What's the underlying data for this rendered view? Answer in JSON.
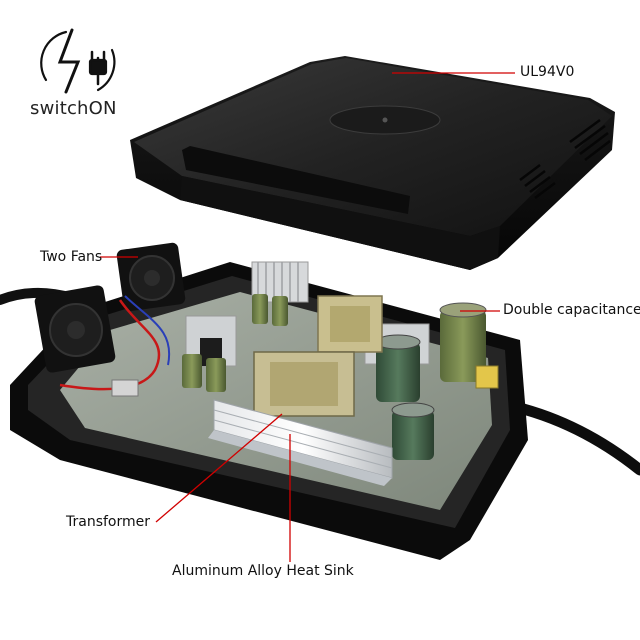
{
  "brand": {
    "name": "switchON",
    "icon": "lightning-plug-icon"
  },
  "callouts": {
    "ul94v0": "UL94V0",
    "two_fans": "Two Fans",
    "double_capacitance": "Double capacitance",
    "transformer": "Transformer",
    "heat_sink": "Aluminum Alloy Heat Sink"
  },
  "colors": {
    "callout_line": "#d10000",
    "enclosure": "#1a1a1a",
    "pcb": "#8f9a8c"
  }
}
